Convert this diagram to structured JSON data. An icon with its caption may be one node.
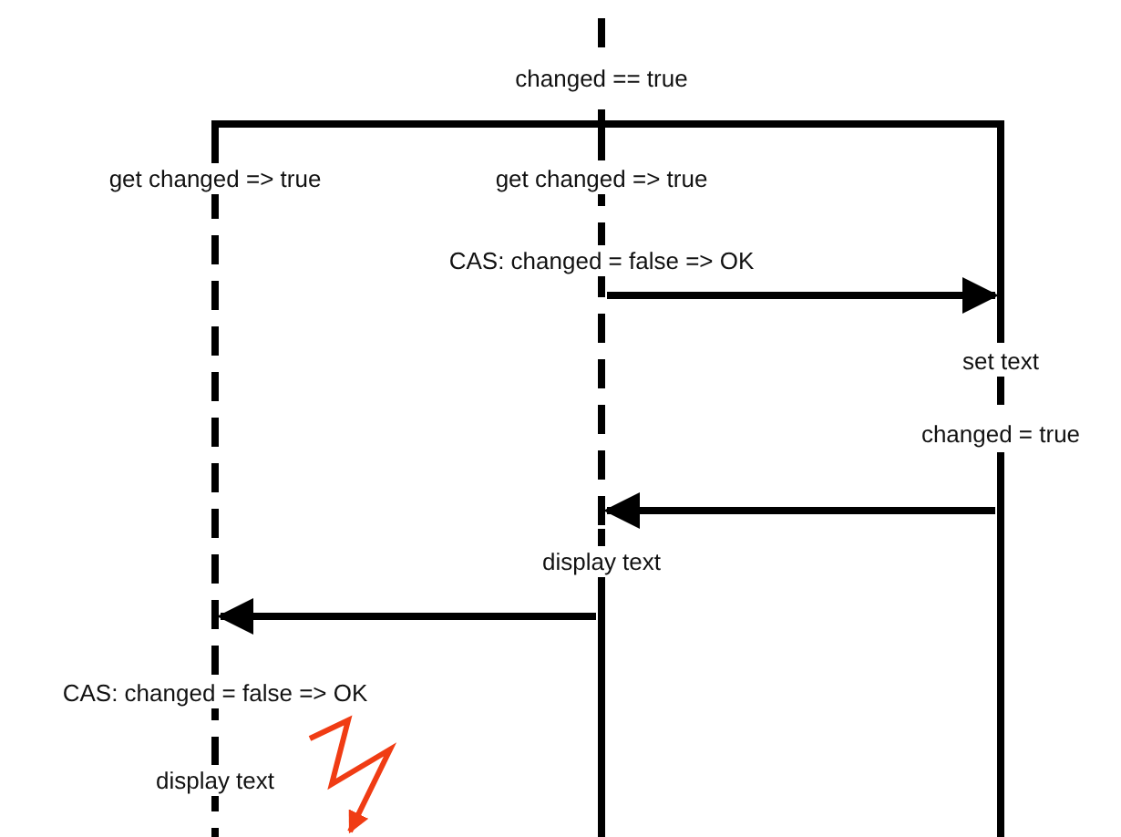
{
  "diagram": {
    "nodes": [
      {
        "text": [],
        "shape": "bar"
      },
      {
        "text": [],
        "shape": "bar"
      },
      {
        "text": [],
        "shape": "bar"
      },
      {
        "text": [],
        "shape": "bar"
      }
    ],
    "edges": [
      {
        "from": 0,
        "to": 1,
        "arrow": "none"
      },
      {
        "from": 0,
        "to": 2,
        "arrow": "none"
      },
      {
        "from": 0,
        "to": 3,
        "arrow": "none"
      },
      {
        "from": 2,
        "to": 3,
        "arrow": "to"
      },
      {
        "from": 3,
        "to": 2,
        "arrow": "to"
      },
      {
        "from": 2,
        "to": 1,
        "arrow": "to"
      }
    ],
    "labels": [
      "changed == true",
      "get changed => true",
      "get changed => true",
      "CAS: changed = false => OK",
      "set text",
      "changed = true",
      "display text",
      "CAS: changed = false => OK",
      "display text"
    ]
  }
}
